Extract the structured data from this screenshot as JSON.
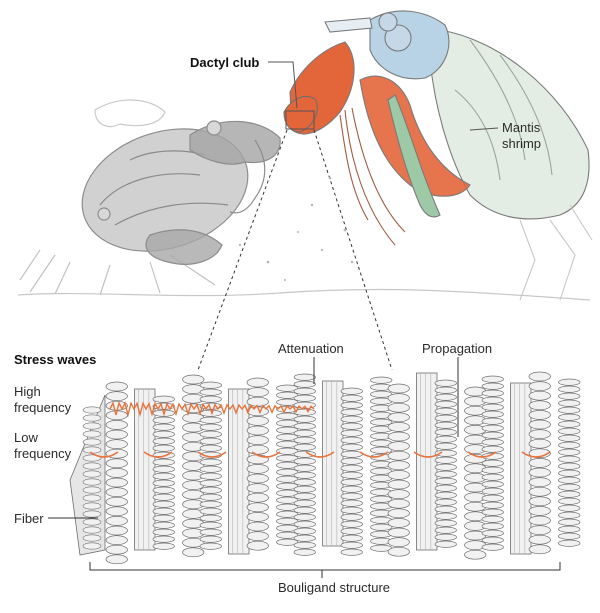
{
  "labels": {
    "dactyl_club": "Dactyl club",
    "mantis_line1": "Mantis",
    "mantis_line2": "shrimp",
    "stress_waves": "Stress waves",
    "high_line1": "High",
    "high_line2": "frequency",
    "low_line1": "Low",
    "low_line2": "frequency",
    "fiber": "Fiber",
    "attenuation": "Attenuation",
    "propagation": "Propagation",
    "bouligand": "Bouligand structure"
  },
  "colors": {
    "shrimp_orange": "#e3653a",
    "shrimp_green": "#9ec9a6",
    "shrimp_blue": "#b9d3e6",
    "wave_orange": "#e8743e",
    "line_gray": "#9a9a9a",
    "fiber_fill": "#f1f1f1",
    "fiber_stroke": "#6e6e6e",
    "crab_gray": "#a9aaa9"
  },
  "icons": [
    "crab-illustration",
    "mantis-shrimp-illustration",
    "fiber-block-illustration"
  ]
}
